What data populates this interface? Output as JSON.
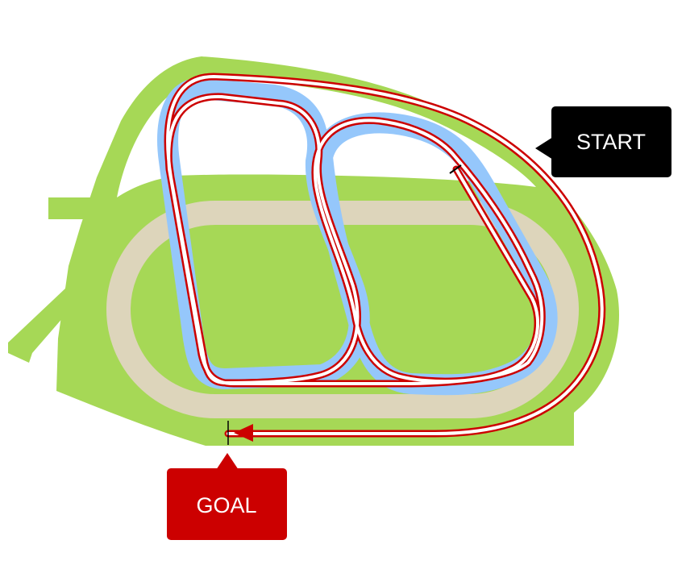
{
  "course": {
    "colors": {
      "turf": "#a6d856",
      "dirt": "#ddd5bb",
      "steeplechase": "#95c7fb",
      "route": "#cc0000",
      "route_inner_fill": "#ffffff",
      "start_box": "#000000",
      "goal_box": "#cc0000",
      "label_text": "#ffffff"
    },
    "start_label": "START",
    "goal_label": "GOAL",
    "icons": {
      "direction_arrow": "red-triangle-arrow",
      "start_marker": "tick-line",
      "goal_marker": "tick-line"
    }
  }
}
